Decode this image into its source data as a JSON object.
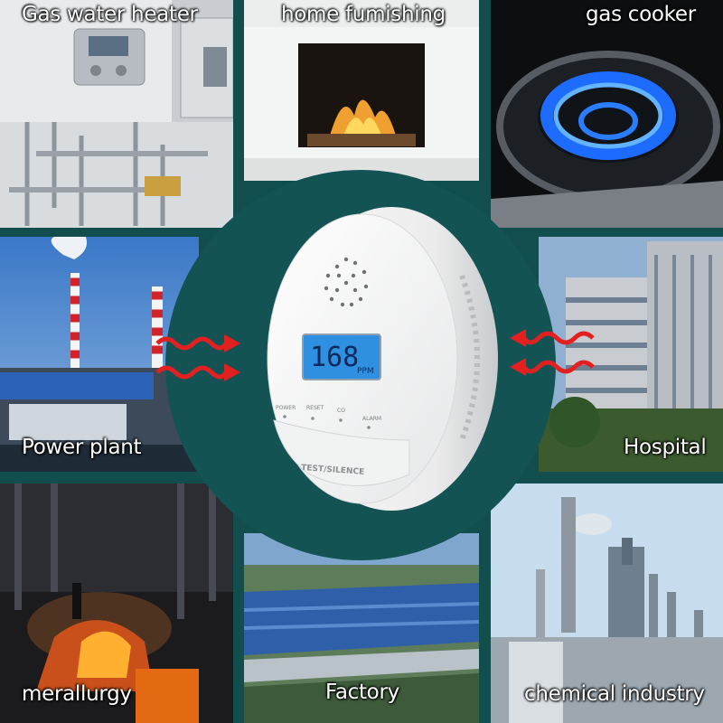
{
  "tiles": {
    "gas_water_heater": "Gas water heater",
    "home_furnishing": "home fumishing",
    "gas_cooker": "gas cooker",
    "power_plant": "Power plant",
    "hospital": "Hospital",
    "metallurgy": "merallurgy",
    "factory": "Factory",
    "chemical_industry": "chemical industry"
  },
  "detector": {
    "display_value": "168",
    "display_unit": "PPM",
    "indicators": [
      "POWER",
      "RESET",
      "CO",
      "ALARM"
    ],
    "button_label": "TEST/SILENCE"
  },
  "colors": {
    "background": "#134e4e",
    "lcd": "#3aa0e8",
    "arrow": "#e32020",
    "flame": "#1e6cff"
  }
}
